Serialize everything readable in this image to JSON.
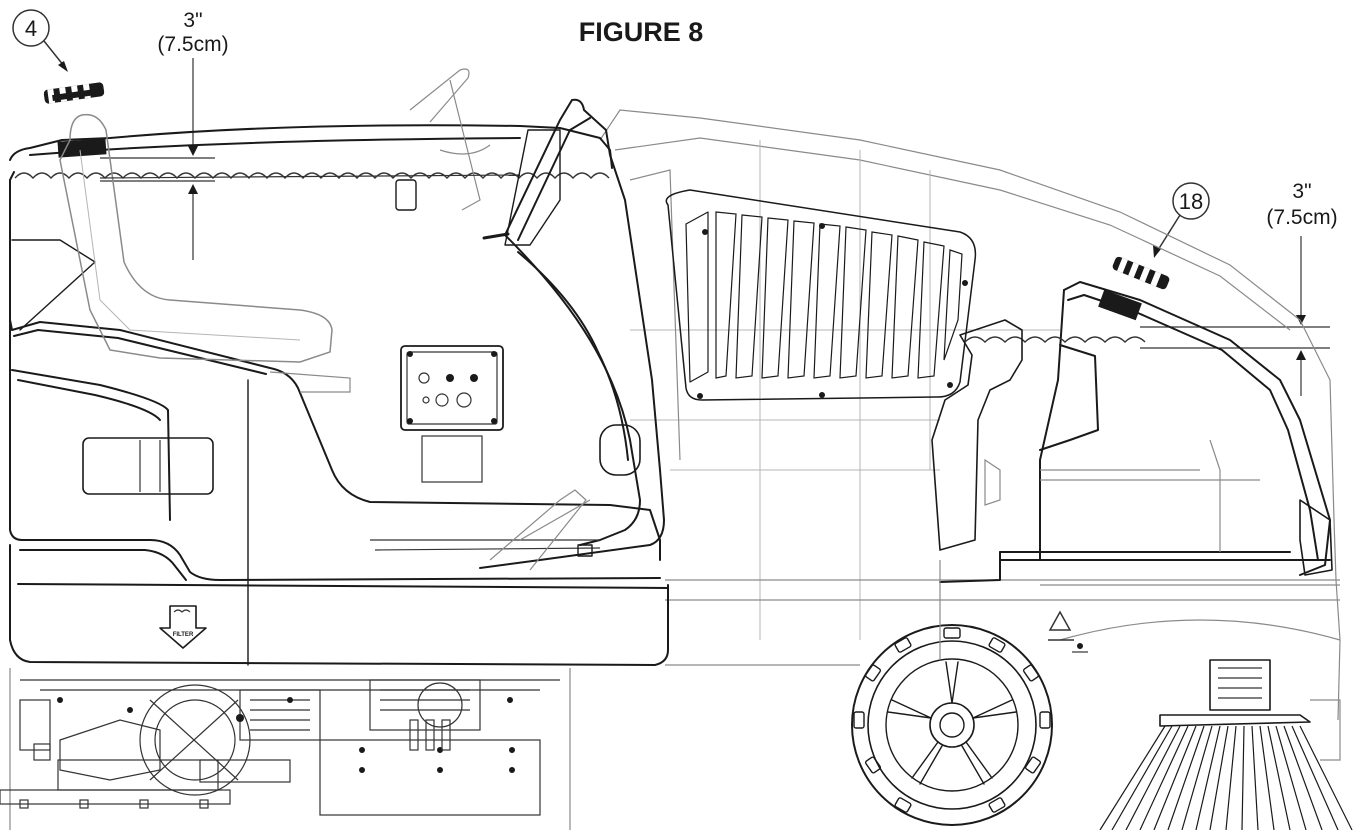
{
  "figure": {
    "title": "FIGURE 8",
    "callout_left": "4",
    "callout_right": "18",
    "dim_left_in": "3\"",
    "dim_left_cm": "(7.5cm)",
    "dim_right_in": "3\"",
    "dim_right_cm": "(7.5cm)",
    "filter_label": "FILTER"
  },
  "icons": {
    "cap_left": "tank-fill-cap-icon",
    "cap_right": "tank-fill-cap-icon",
    "filter_symbol": "filter-arrow-icon",
    "warning_symbol": "brush-warning-icon"
  },
  "colors": {
    "line": "#1a1a1a",
    "faint_line": "#8a8a8a",
    "background": "#ffffff"
  }
}
